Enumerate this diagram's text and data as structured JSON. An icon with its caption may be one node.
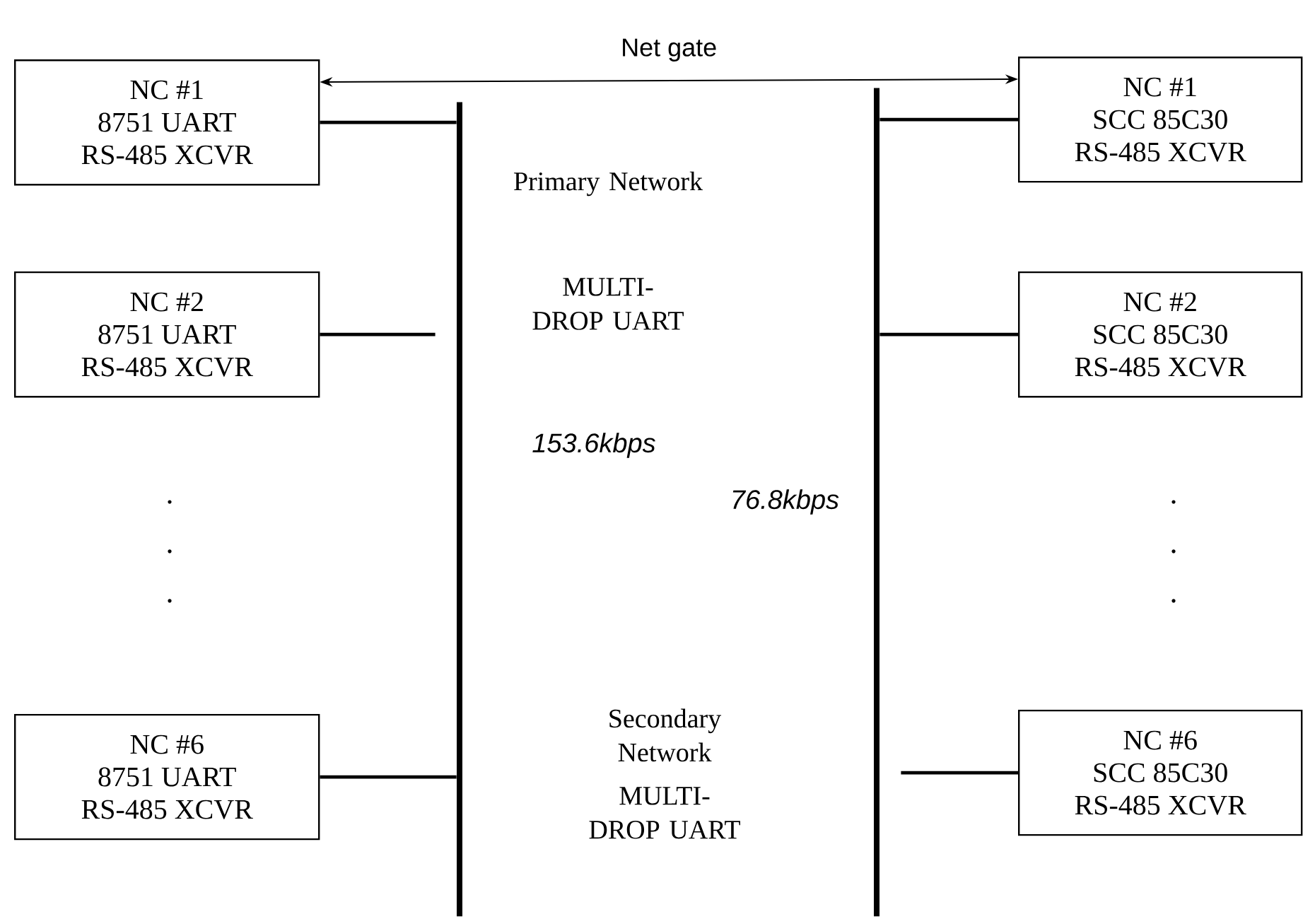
{
  "diagram": {
    "nodes": [
      {
        "text": [
          "NC #1",
          "8751 UART",
          "RS-485 XCVR"
        ]
      },
      {
        "text": [
          "NC #2",
          "8751 UART",
          "RS-485 XCVR"
        ]
      },
      {
        "text": [
          "NC #6",
          "8751 UART",
          "RS-485 XCVR"
        ]
      },
      {
        "text": [
          "NC #1",
          "SCC 85C30",
          "RS-485 XCVR"
        ]
      },
      {
        "text": [
          "NC #2",
          "SCC 85C30",
          "RS-485 XCVR"
        ]
      },
      {
        "text": [
          "NC #6",
          "SCC 85C30",
          "RS-485 XCVR"
        ]
      },
      {
        "text": [],
        "shape": "bar"
      },
      {
        "text": [],
        "shape": "bar"
      }
    ],
    "edges": [
      {
        "from": 0,
        "to": 3,
        "arrow": "both",
        "label": "Net gate"
      },
      {
        "from": 0,
        "to": 6,
        "arrow": "none"
      },
      {
        "from": 1,
        "to": 6,
        "arrow": "none"
      },
      {
        "from": 2,
        "to": 6,
        "arrow": "none"
      },
      {
        "from": 3,
        "to": 7,
        "arrow": "none"
      },
      {
        "from": 4,
        "to": 7,
        "arrow": "none"
      },
      {
        "from": 5,
        "to": 7,
        "arrow": "none"
      }
    ],
    "labels": [
      "Primary Network",
      "MULTI-DROP UART",
      "153.6kbps",
      "76.8kbps",
      "Secondary Network",
      "MULTI-DROP UART"
    ]
  }
}
